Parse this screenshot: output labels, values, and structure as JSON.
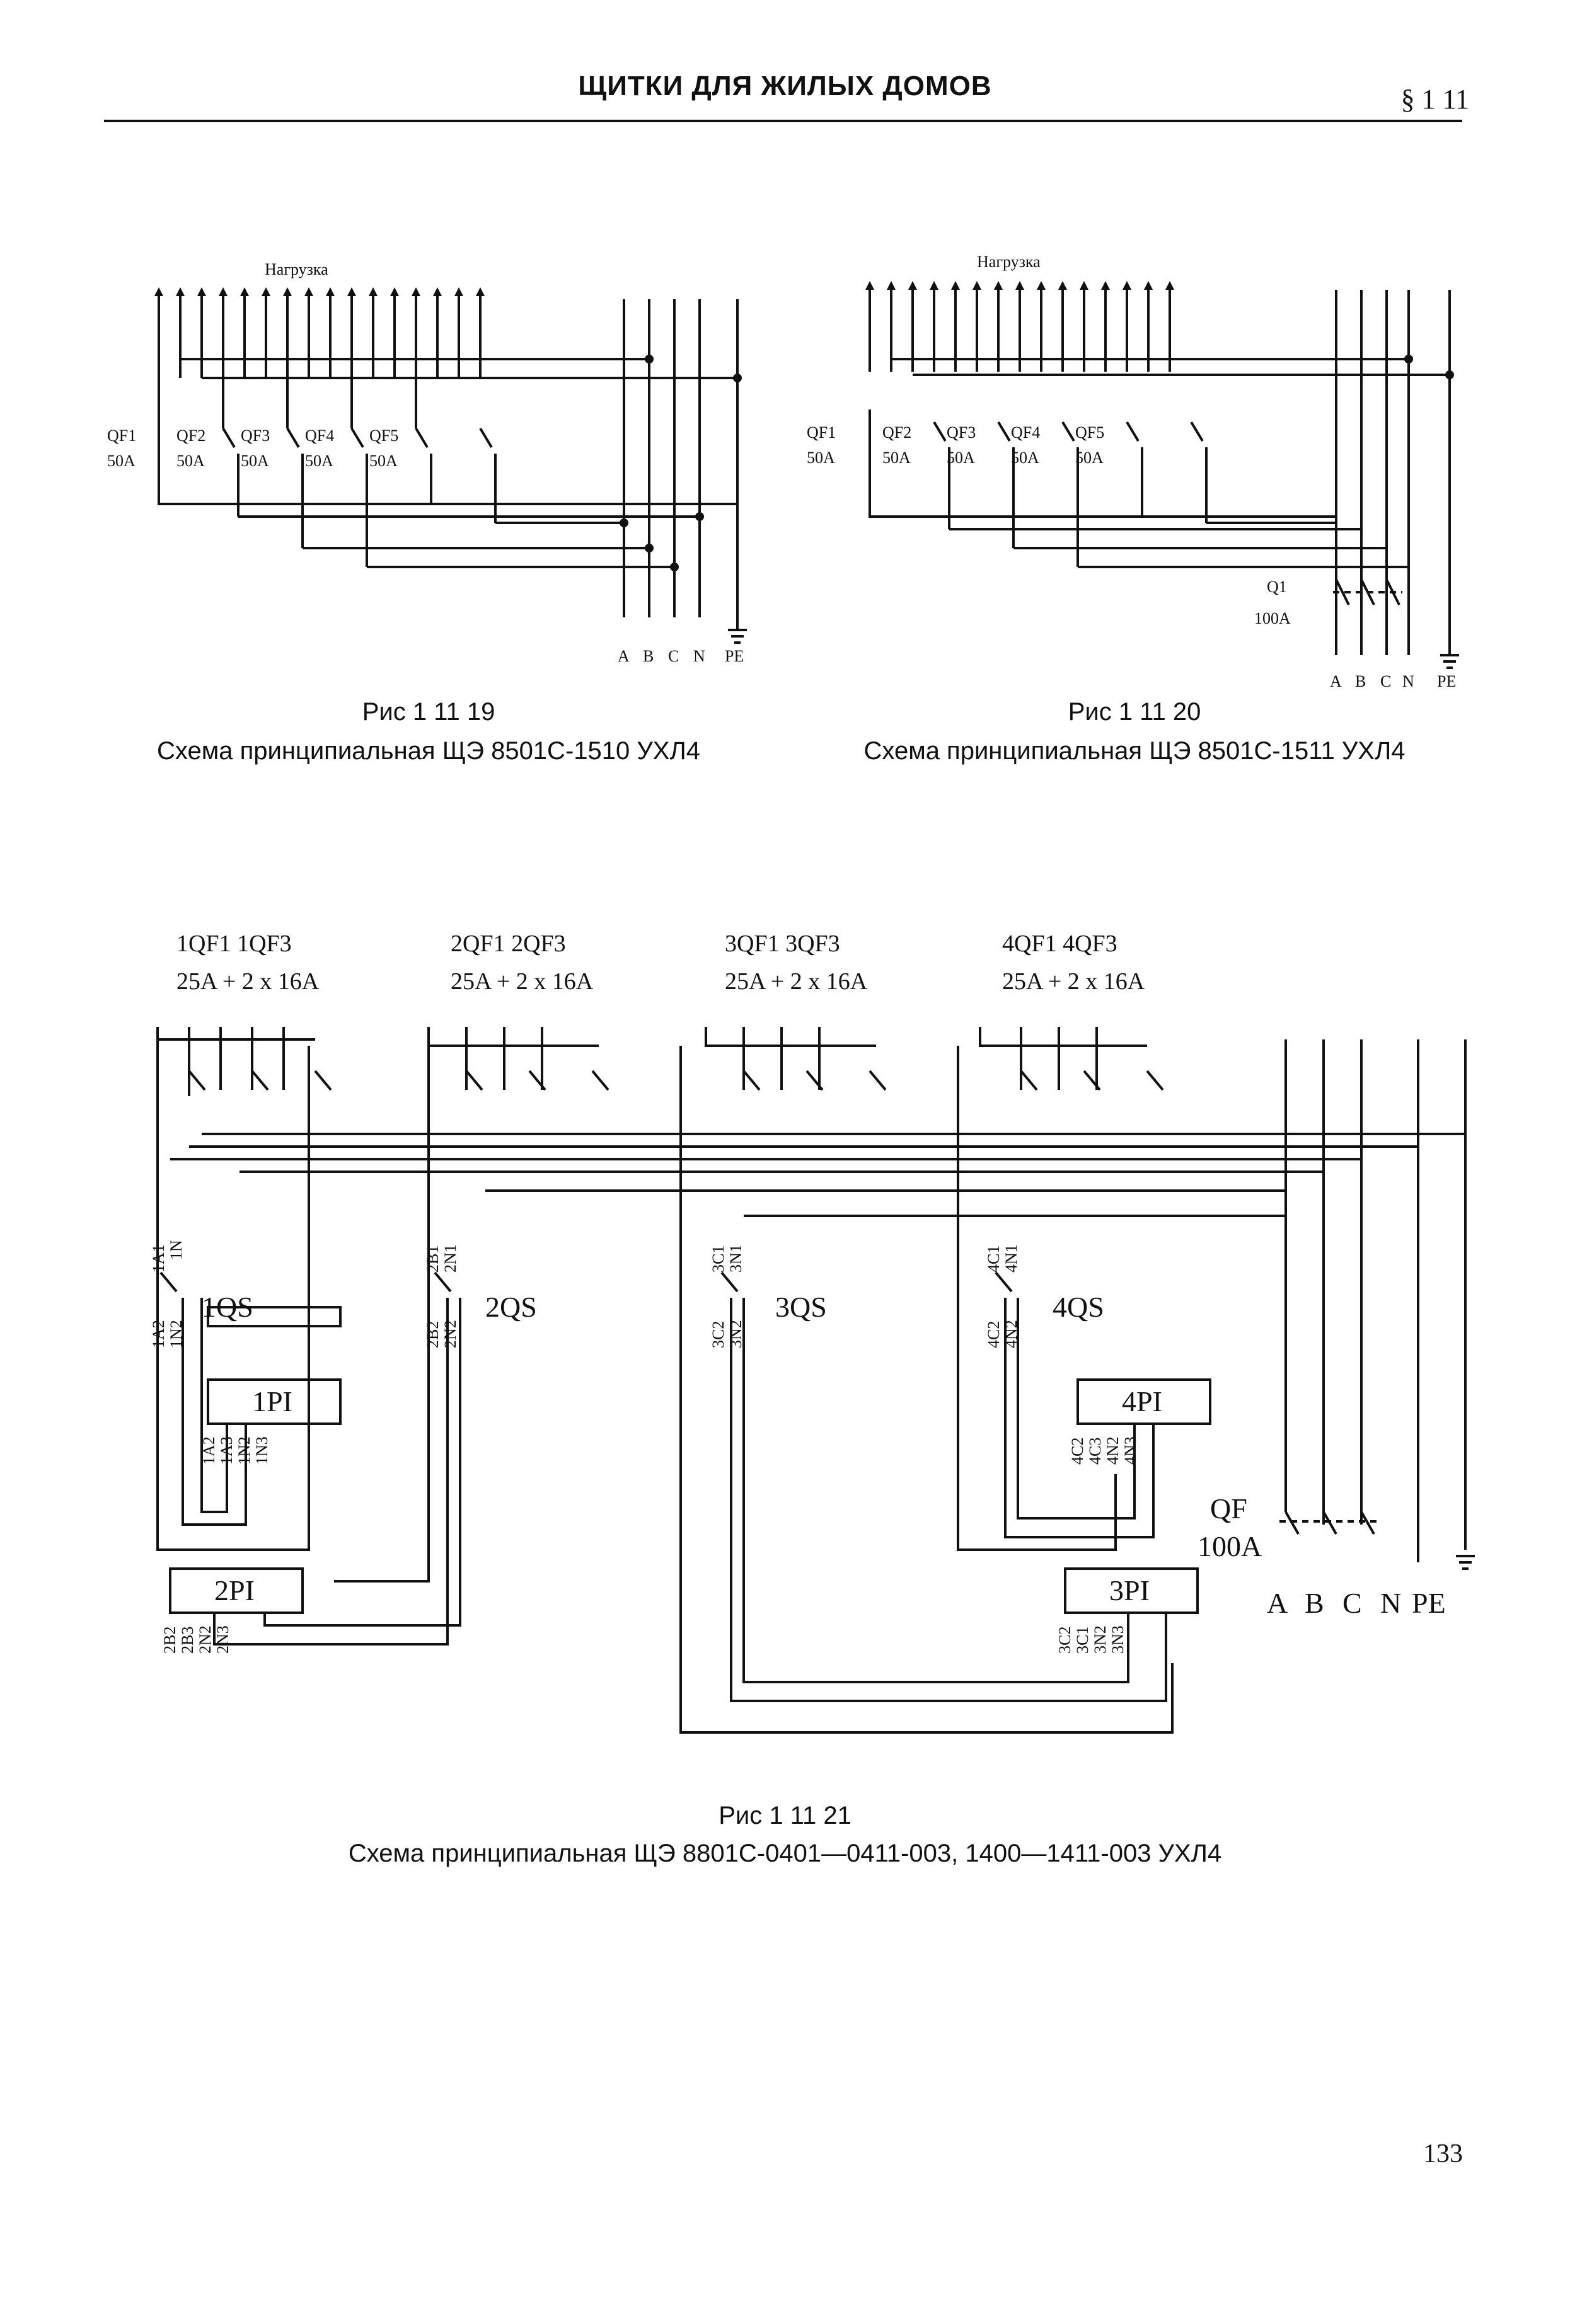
{
  "header": {
    "title": "ЩИТКИ ДЛЯ ЖИЛЫХ ДОМОВ",
    "section": "§ 1 11"
  },
  "page_number": "133",
  "fig19": {
    "load_label": "Нагрузка",
    "breakers": [
      {
        "name": "QF1",
        "rating": "50A"
      },
      {
        "name": "QF2",
        "rating": "50A"
      },
      {
        "name": "QF3",
        "rating": "50A"
      },
      {
        "name": "QF4",
        "rating": "50A"
      },
      {
        "name": "QF5",
        "rating": "50A"
      }
    ],
    "buses": [
      "A",
      "B",
      "C",
      "N",
      "PE"
    ],
    "caption_number": "Рис 1 11 19",
    "caption_text": "Схема принципиальная ЩЭ 8501С-1510 УХЛ4"
  },
  "fig20": {
    "load_label": "Нагрузка",
    "breakers": [
      {
        "name": "QF1",
        "rating": "50A"
      },
      {
        "name": "QF2",
        "rating": "50A"
      },
      {
        "name": "QF3",
        "rating": "50A"
      },
      {
        "name": "QF4",
        "rating": "50A"
      },
      {
        "name": "QF5",
        "rating": "50A"
      }
    ],
    "main_switch": {
      "name": "Q1",
      "rating": "100A"
    },
    "buses": [
      "A",
      "B",
      "C",
      "N",
      "PE"
    ],
    "caption_number": "Рис 1 11 20",
    "caption_text": "Схема принципиальная ЩЭ 8501С-1511 УХЛ4"
  },
  "fig21": {
    "groups": [
      {
        "breakers": "1QF1  1QF3",
        "rating": "25A + 2 x 16A",
        "switch": "1QS",
        "meter": "1PI",
        "sw_labels": [
          "1A1",
          "1N",
          "1A2",
          "1N2"
        ],
        "meter_labels": [
          "1A2",
          "1A3",
          "1N2",
          "1N3"
        ]
      },
      {
        "breakers": "2QF1  2QF3",
        "rating": "25A + 2 x 16A",
        "switch": "2QS",
        "meter": "2PI",
        "sw_labels": [
          "2B1",
          "2N1",
          "2B2",
          "2N2"
        ],
        "meter_labels": [
          "2B2",
          "2B3",
          "2N2",
          "2N3"
        ]
      },
      {
        "breakers": "3QF1  3QF3",
        "rating": "25A + 2 x 16A",
        "switch": "3QS",
        "meter": "3PI",
        "sw_labels": [
          "3C1",
          "3N1",
          "3C2",
          "3N2"
        ],
        "meter_labels": [
          "3C2",
          "3C1",
          "3N2",
          "3N3"
        ]
      },
      {
        "breakers": "4QF1  4QF3",
        "rating": "25A + 2 x 16A",
        "switch": "4QS",
        "meter": "4PI",
        "sw_labels": [
          "4C1",
          "4N1",
          "4C2",
          "4N2"
        ],
        "meter_labels": [
          "4C2",
          "4C3",
          "4N2",
          "4N3"
        ]
      }
    ],
    "main_breaker": {
      "name": "QF",
      "rating": "100A"
    },
    "buses": [
      "A",
      "B",
      "C",
      "N",
      "PE"
    ],
    "caption_number": "Рис 1 11 21",
    "caption_text": "Схема принципиальная ЩЭ 8801С-0401—0411-003, 1400—1411-003 УХЛ4"
  }
}
